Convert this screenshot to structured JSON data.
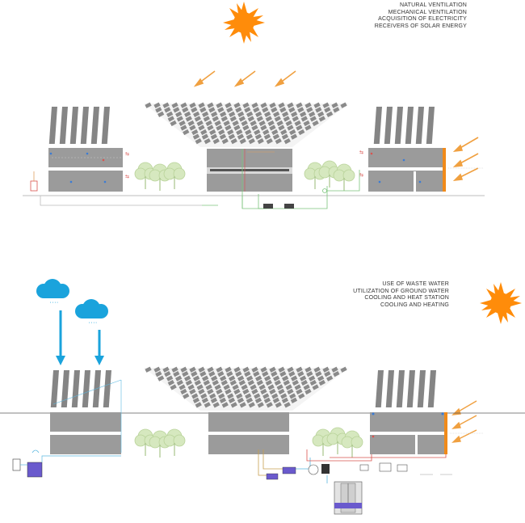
{
  "legend_top": {
    "items": [
      "NATURAL VENTILATION",
      "MECHANICAL VENTILATION",
      "ACQUISITION OF ELECTRICITY",
      "RECEIVERS OF SOLAR ENERGY"
    ]
  },
  "legend_bottom": {
    "items": [
      "USE OF WASTE WATER",
      "UTILIZATION OF GROUND WATER",
      "COOLING AND HEAT STATION",
      "COOLING AND HEATING"
    ]
  },
  "colors": {
    "sun": "#ff8c0a",
    "solar_arrow": "#f0a040",
    "panel": "#8a8a8a",
    "building": "#9b9b9b",
    "tree": "#cfe3b5",
    "rain": "#1aa3dc",
    "pipe_green": "#7bc47b",
    "pipe_red": "#d9534f",
    "pipe_blue": "#5bb8e0",
    "tank": "#6a5acd",
    "orange_strip": "#f08a1a"
  },
  "icons": [
    "sun-icon",
    "cloud-icon",
    "rain-arrow-icon",
    "solar-ray-arrow-icon",
    "tree-icon"
  ]
}
